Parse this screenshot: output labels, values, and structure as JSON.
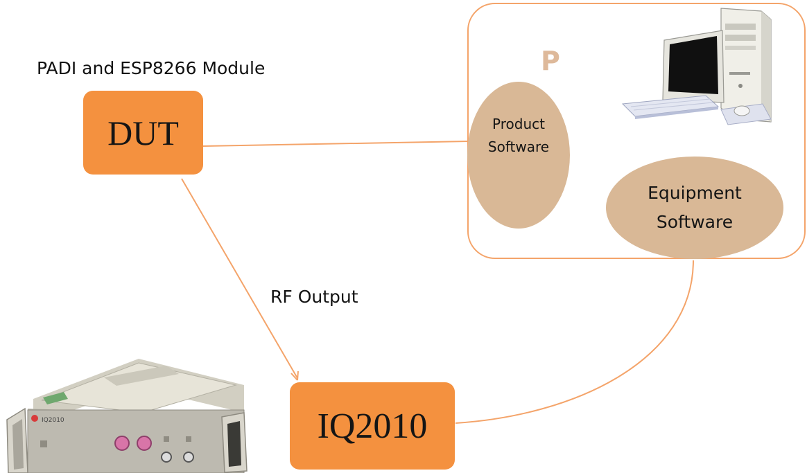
{
  "diagram": {
    "module_label": "PADI and ESP8266 Module",
    "dut_label": "DUT",
    "rf_output_label": "RF Output",
    "iq_label": "IQ2010",
    "pc_letter": "P",
    "product_software": [
      "Product",
      "Software"
    ],
    "equipment_software": [
      "Equipment",
      "Software"
    ],
    "instrument_brand": "IQ2010"
  },
  "colors": {
    "box_fill": "#f4913f",
    "connector": "#f4a46a",
    "ellipse_fill": "#d9b896",
    "pc_letter": "#deb99a"
  },
  "icons": {
    "computer": "desktop-computer-icon",
    "instrument": "iq2010-tester-icon"
  }
}
